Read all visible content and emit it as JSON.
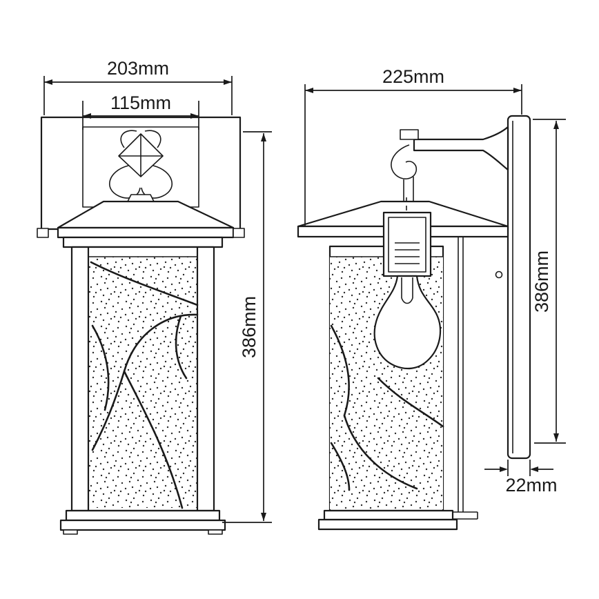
{
  "dims": {
    "front_width": "203mm",
    "front_inner_width": "115mm",
    "front_height": "386mm",
    "side_depth": "225mm",
    "side_height": "386mm",
    "backplate_thickness": "22mm"
  },
  "colors": {
    "line": "#1a1a1a",
    "background": "#ffffff"
  }
}
